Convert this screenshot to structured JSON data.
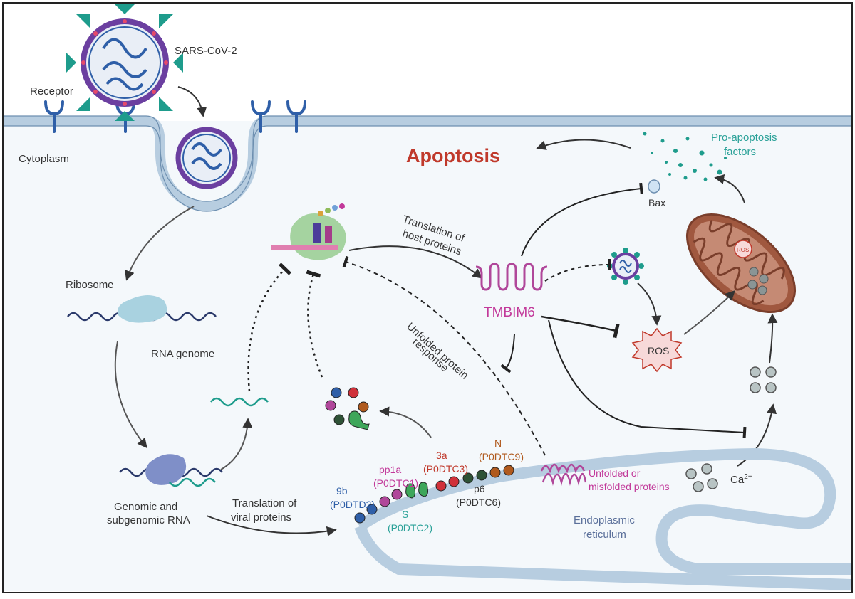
{
  "labels": {
    "virus": "SARS-CoV-2",
    "receptor": "Receptor",
    "cytoplasm": "Cytoplasm",
    "apoptosis": "Apoptosis",
    "pro_apoptosis_1": "Pro-apoptosis",
    "pro_apoptosis_2": "factors",
    "bax": "Bax",
    "translation_host_1": "Translation of",
    "translation_host_2": "host proteins",
    "tmbim6": "TMBIM6",
    "ribosome": "Ribosome",
    "rna_genome": "RNA genome",
    "upr_1": "Unfolded protein",
    "upr_2": "response",
    "ros": "ROS",
    "ros_small": "ROS",
    "genomic_1": "Genomic and",
    "genomic_2": "subgenomic RNA",
    "translation_viral_1": "Translation of",
    "translation_viral_2": "viral proteins",
    "p9b_1": "9b",
    "p9b_2": "(P0DTD2)",
    "pp1a_1": "pp1a",
    "pp1a_2": "(P0DTC1)",
    "s_1": "S",
    "s_2": "(P0DTC2)",
    "p3a_1": "3a",
    "p3a_2": "(P0DTC3)",
    "p6_1": "p6",
    "p6_2": "(P0DTC6)",
    "n_1": "N",
    "n_2": "(P0DTC9)",
    "unfolded_1": "Unfolded or",
    "unfolded_2": "misfolded proteins",
    "ca": "Ca",
    "ca_sup": "2+",
    "er_1": "Endoplasmic",
    "er_2": "reticulum"
  },
  "colors": {
    "background": "#f4f8fb",
    "membrane": "#b7cde0",
    "apoptosis": "#c0392b",
    "teal": "#2aa198",
    "magenta": "#c2399a",
    "blue": "#2f5fa8",
    "brown": "#b05a1e",
    "mito": "#a0583f",
    "ros_fill": "#f7d9d9",
    "ros_stroke": "#c0392b"
  }
}
